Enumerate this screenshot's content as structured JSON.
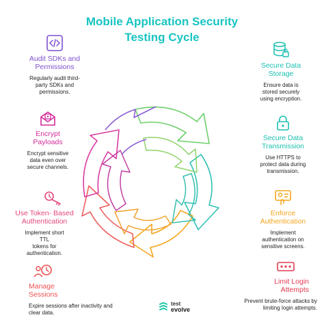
{
  "title": [
    "Mobile Application Security",
    "Testing Cycle"
  ],
  "steps_left": [
    {
      "name": [
        "Audit SDKs and",
        "Permissions"
      ],
      "desc": [
        "Regularly audit third-",
        "party SDKs and",
        "permissions."
      ],
      "icon": "code-window-icon",
      "color": "#7c4fcf"
    },
    {
      "name": [
        "Encrypt",
        "Payloads"
      ],
      "desc": [
        "Encrypt sensitive",
        "data even over",
        "secure channels."
      ],
      "icon": "encrypted-mail-icon",
      "color": "#d42a9b"
    },
    {
      "name": [
        "Use Token- Based",
        "Authentication"
      ],
      "desc": [
        "Implement short",
        "TTL",
        "tokens for",
        "authentication."
      ],
      "icon": "token-clock-icon",
      "color": "#e4457d"
    },
    {
      "name": [
        "Manage",
        "Sessions"
      ],
      "desc": [
        "Expire sessions after inactivity and",
        "clear data."
      ],
      "icon": "session-clock-icon",
      "color": "#ef4f4f"
    }
  ],
  "steps_right": [
    {
      "name": [
        "Secure Data",
        "Storage"
      ],
      "desc": [
        "Ensure data is",
        "stored securely",
        "using encryption."
      ],
      "icon": "database-lock-icon",
      "color": "#19bfb0"
    },
    {
      "name": [
        "Secure Data",
        "Transmission"
      ],
      "desc": [
        "Use HTTPS to",
        "protect data during",
        "transmission."
      ],
      "icon": "padlock-icon",
      "color": "#19bfb0"
    },
    {
      "name": [
        "Enforce",
        "Authentication"
      ],
      "desc": [
        "Implement",
        "authentication on",
        "sensitive screens."
      ],
      "icon": "auth-card-icon",
      "color": "#f5a51c"
    },
    {
      "name": [
        "Limit Login",
        "Attempts"
      ],
      "desc": [
        "Prevent brute-force attacks by",
        "limiting login attempts."
      ],
      "icon": "password-dots-icon",
      "color": "#e23a4e"
    }
  ],
  "logo": {
    "line1": "test",
    "line2": "evolve",
    "icon": "test-evolve-logo-icon"
  }
}
